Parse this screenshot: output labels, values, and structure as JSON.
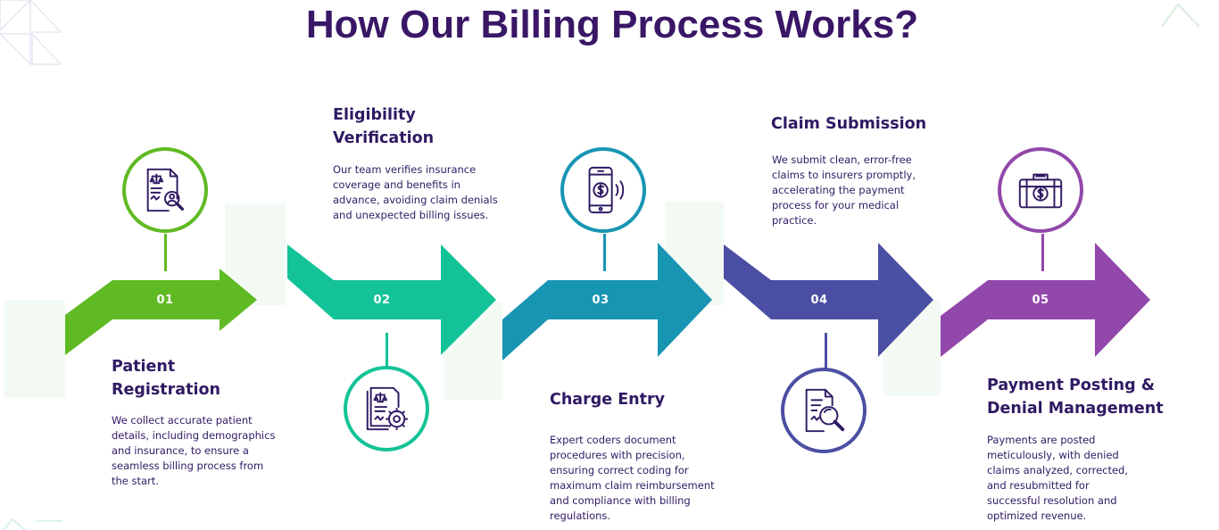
{
  "title": "How Our Billing Process Works?",
  "colors": {
    "title": "#3a1766",
    "text": "#2f1a63",
    "step1": "#5fba23",
    "step2": "#13c397",
    "step3": "#1895b3",
    "step4": "#4b4fa3",
    "step5": "#9248aa"
  },
  "steps": [
    {
      "number": "01",
      "heading_line1": "Patient",
      "heading_line2": "Registration",
      "description_lines": [
        "We collect accurate patient",
        "details, including demographics",
        "and insurance, to ensure a",
        "seamless billing process from",
        "the start."
      ],
      "icon": "document-user-search-icon"
    },
    {
      "number": "02",
      "heading_line1": "Eligibility",
      "heading_line2": "Verification",
      "description_lines": [
        "Our team verifies insurance",
        "coverage and benefits in",
        "advance, avoiding claim denials",
        "and unexpected billing issues."
      ],
      "icon": "document-gear-icon"
    },
    {
      "number": "03",
      "heading_line1": "Charge Entry",
      "heading_line2": "",
      "description_lines": [
        "Expert coders document",
        "procedures with precision,",
        "ensuring correct coding for",
        "maximum claim reimbursement",
        "and compliance with billing",
        "regulations."
      ],
      "icon": "mobile-payment-icon"
    },
    {
      "number": "04",
      "heading_line1": "Claim Submission",
      "heading_line2": "",
      "description_lines": [
        "We submit clean, error-free",
        "claims to insurers promptly,",
        "accelerating the payment",
        "process for your medical",
        "practice."
      ],
      "icon": "document-magnifier-icon"
    },
    {
      "number": "05",
      "heading_line1": "Payment Posting &",
      "heading_line2": "Denial Management",
      "description_lines": [
        "Payments are posted",
        "meticulously, with denied",
        "claims analyzed, corrected,",
        "and resubmitted for",
        "successful resolution and",
        "optimized revenue."
      ],
      "icon": "briefcase-dollar-icon"
    }
  ]
}
